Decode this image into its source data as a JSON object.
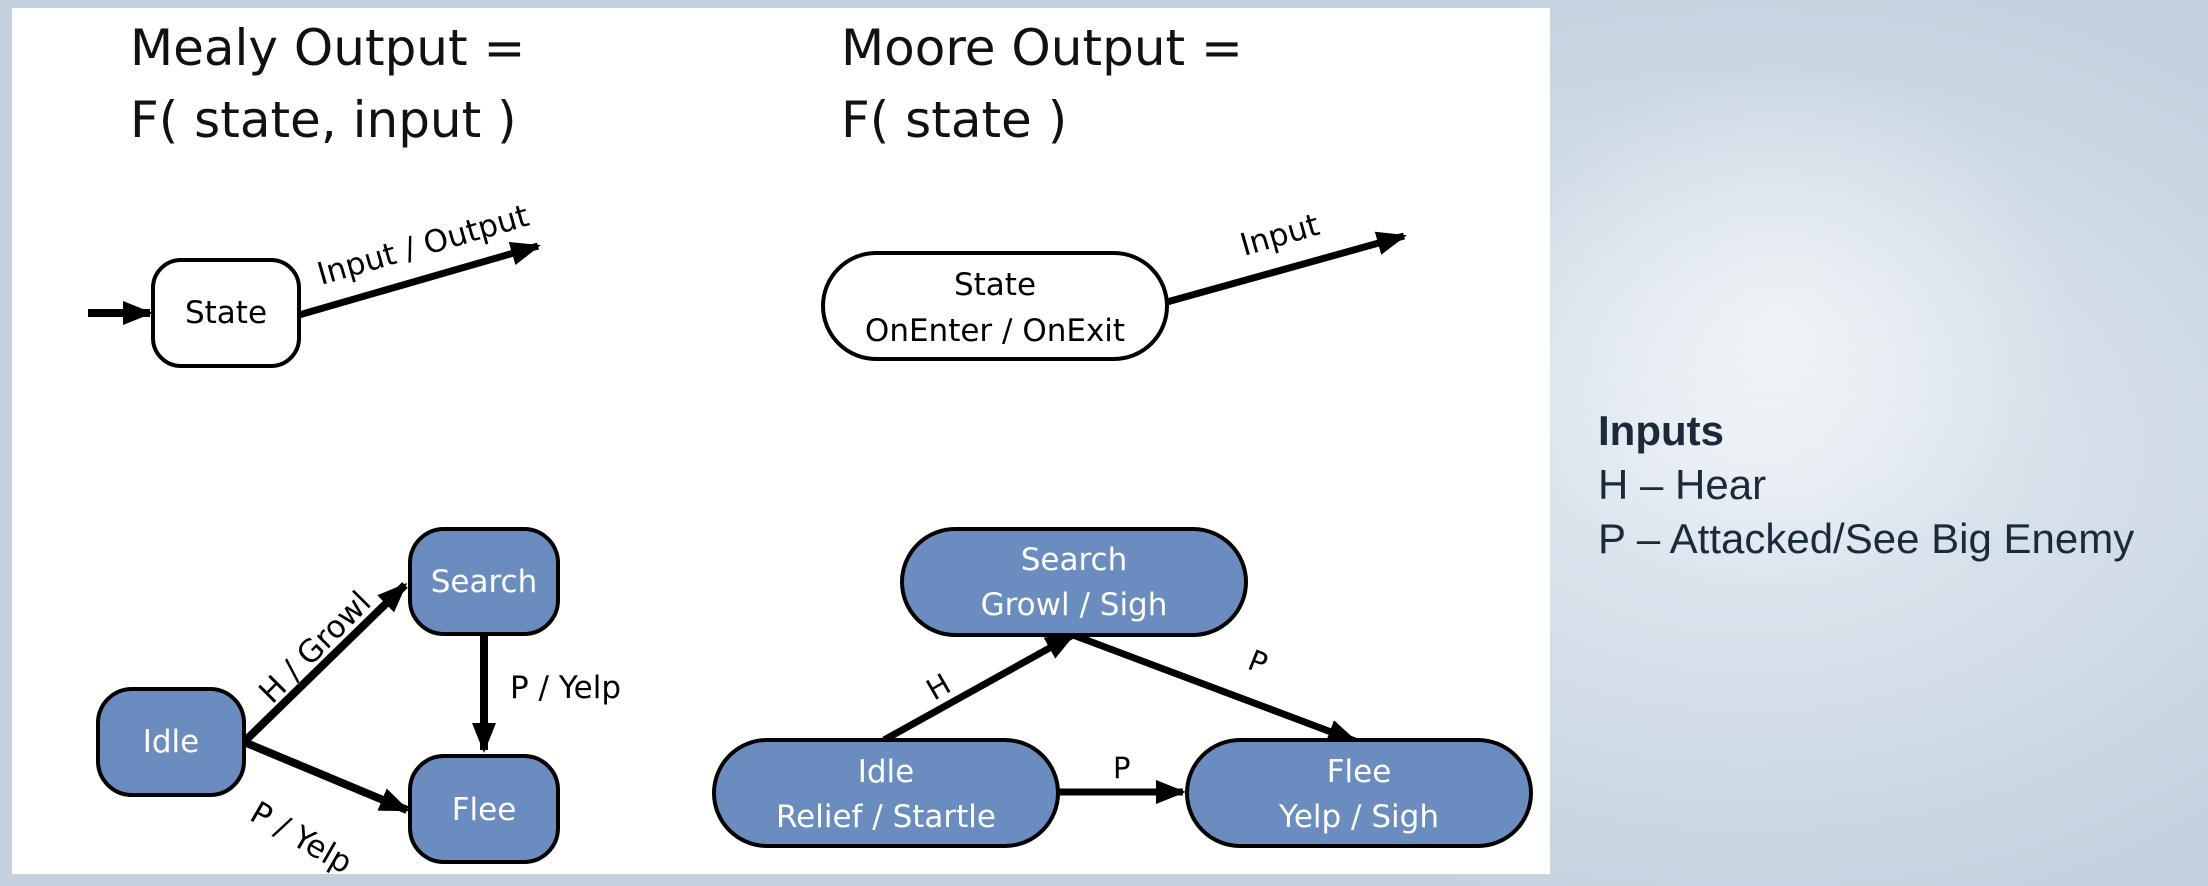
{
  "titles": {
    "mealy_line1": "Mealy Output =",
    "mealy_line2": "F( state, input )",
    "moore_line1": "Moore Output =",
    "moore_line2": "F( state )"
  },
  "mealy_example": {
    "state_label": "State",
    "transition_label": "Input / Output"
  },
  "moore_example": {
    "state_line1": "State",
    "state_line2": "OnEnter / OnExit",
    "transition_label": "Input"
  },
  "mealy_machine": {
    "idle": "Idle",
    "search": "Search",
    "flee": "Flee",
    "idle_to_search": "H / Growl",
    "idle_to_flee": "P / Yelp",
    "search_to_flee": "P / Yelp"
  },
  "moore_machine": {
    "search_line1": "Search",
    "search_line2": "Growl / Sigh",
    "idle_line1": "Idle",
    "idle_line2": "Relief / Startle",
    "flee_line1": "Flee",
    "flee_line2": "Yelp / Sigh",
    "idle_to_search": "H",
    "search_to_flee": "P",
    "idle_to_flee": "P"
  },
  "inputs": {
    "heading": "Inputs",
    "items": [
      "H – Hear",
      "P – Attacked/See Big Enemy"
    ]
  },
  "colors": {
    "node_fill": "#6a8cbf",
    "outline": "#000000",
    "background_text": "#1b2a3a"
  }
}
